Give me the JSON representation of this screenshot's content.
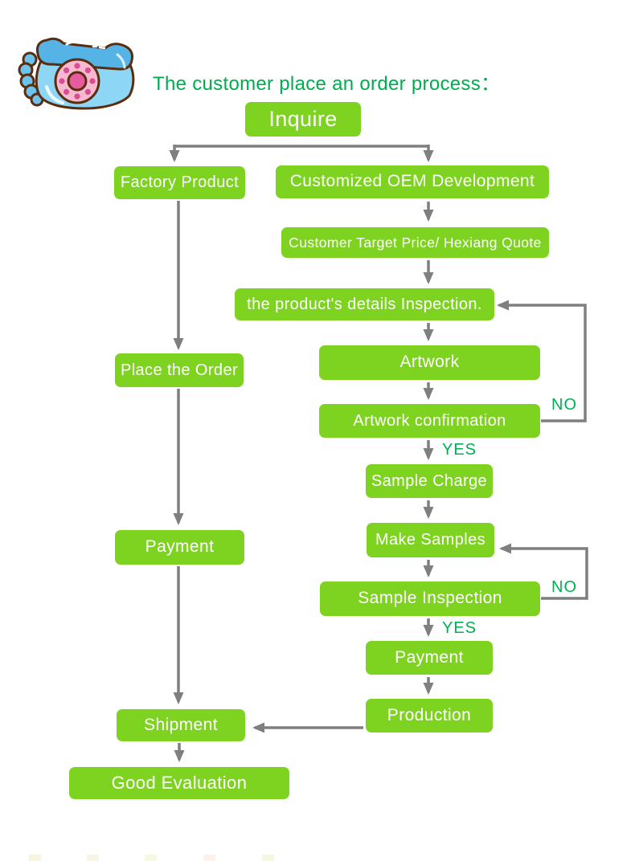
{
  "title": "The customer place an order process：",
  "colors": {
    "box_green": "#7ed321",
    "label_green": "#00b050",
    "title_green": "#00ad4e",
    "arrow_gray": "#7f7f7f"
  },
  "illustration": "blue-cartoon-telephone",
  "nodes": {
    "inquire": "Inquire",
    "factory_product": "Factory Product",
    "customized_oem": "Customized OEM Development",
    "customer_target_price": "Customer Target Price/ Hexiang Quote",
    "details_inspection": "the product's details Inspection.",
    "place_the_order": "Place the Order",
    "artwork": "Artwork",
    "artwork_confirmation": "Artwork confirmation",
    "sample_charge": "Sample Charge",
    "payment_left": "Payment",
    "make_samples": "Make Samples",
    "sample_inspection": "Sample Inspection",
    "payment_right": "Payment",
    "production": "Production",
    "shipment": "Shipment",
    "good_evaluation": "Good Evaluation"
  },
  "branch_labels": {
    "artwork_no": "NO",
    "artwork_yes": "YES",
    "sample_no": "NO",
    "sample_yes": "YES"
  }
}
